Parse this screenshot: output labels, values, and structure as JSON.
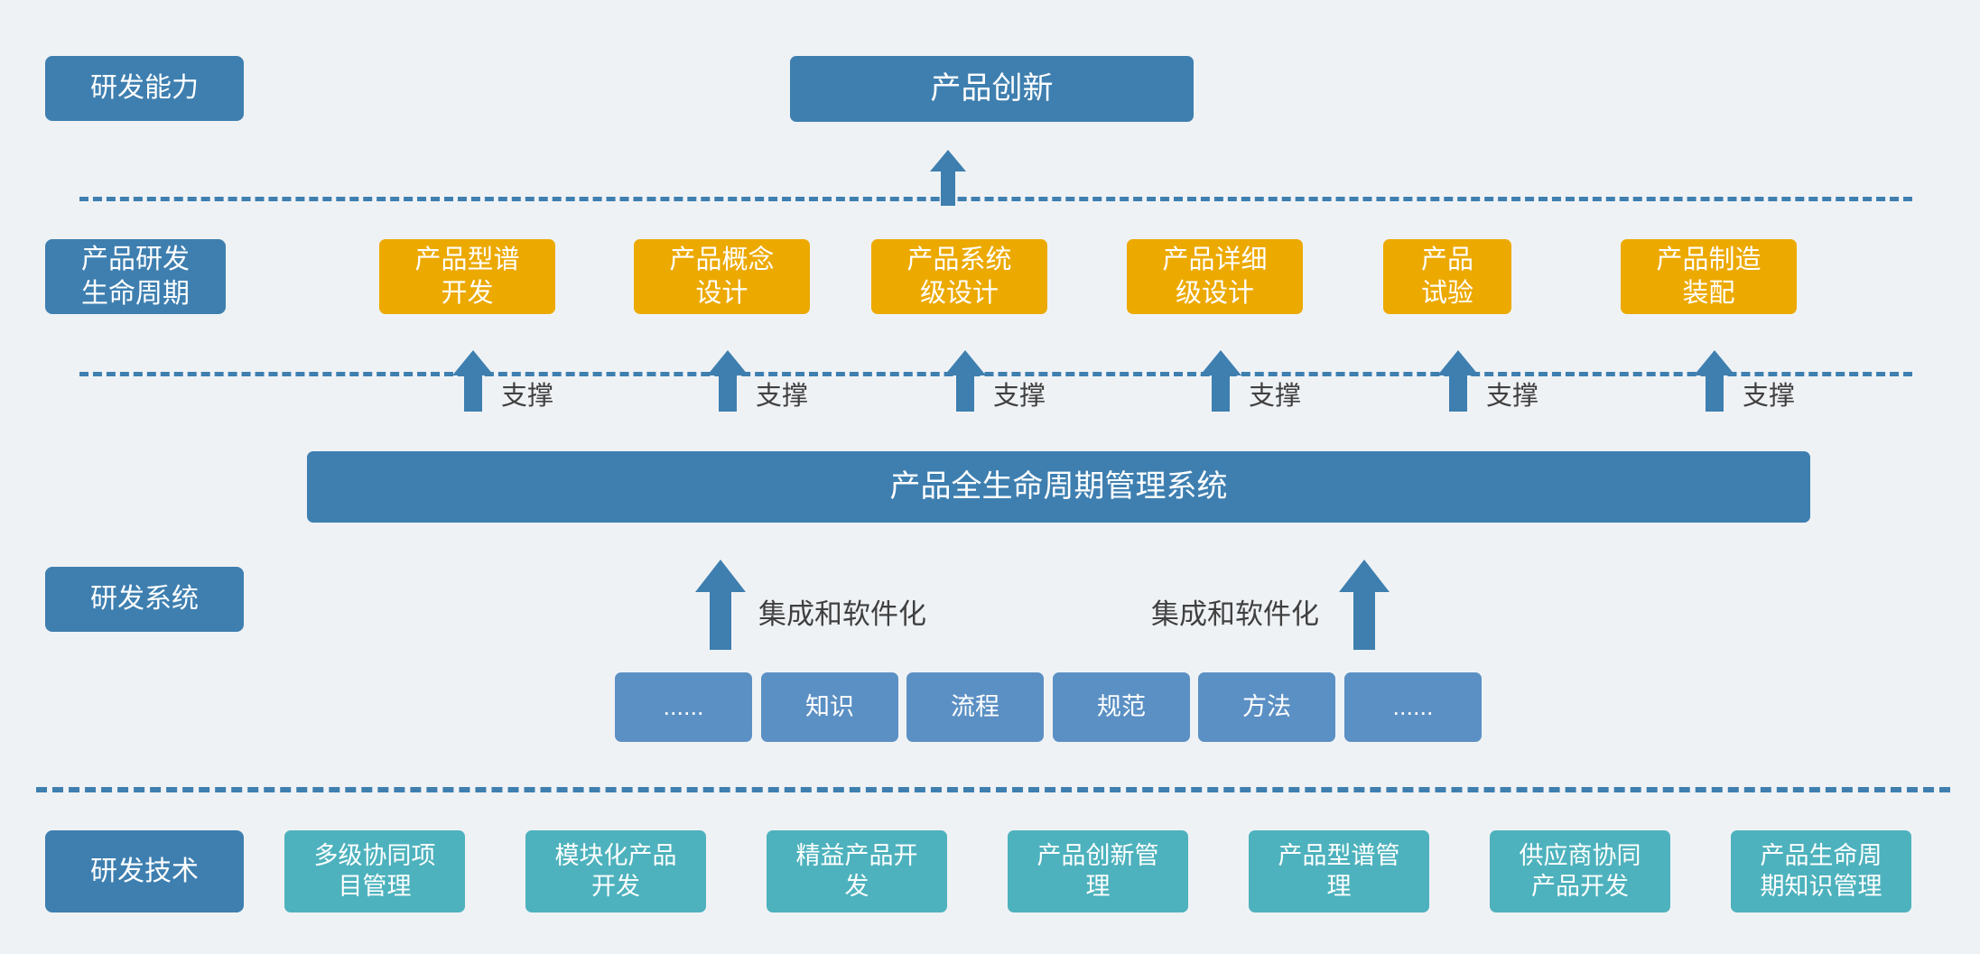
{
  "meta": {
    "background_color": "#eff2f5",
    "accent_blue": "#3e7fb0",
    "accent_orange": "#eca900",
    "accent_teal": "#4db2bd",
    "accent_softblue": "#5b90c4"
  },
  "lanes": {
    "capability": {
      "label": "研发能力"
    },
    "lifecycle": {
      "label": "产品研发\n生命周期"
    },
    "system": {
      "label": "研发系统"
    },
    "technology": {
      "label": "研发技术"
    }
  },
  "headline": {
    "label": "产品创新"
  },
  "stages": [
    {
      "label": "产品型谱\n开发"
    },
    {
      "label": "产品概念\n设计"
    },
    {
      "label": "产品系统\n级设计"
    },
    {
      "label": "产品详细\n级设计"
    },
    {
      "label": "产品\n试验"
    },
    {
      "label": "产品制造\n装配"
    }
  ],
  "support_labels": [
    "支撑",
    "支撑",
    "支撑",
    "支撑",
    "支撑",
    "支撑"
  ],
  "plm": {
    "label": "产品全生命周期管理系统"
  },
  "integration_labels": [
    "集成和软件化",
    "集成和软件化"
  ],
  "assets": [
    {
      "label": "......"
    },
    {
      "label": "知识"
    },
    {
      "label": "流程"
    },
    {
      "label": "规范"
    },
    {
      "label": "方法"
    },
    {
      "label": "......"
    }
  ],
  "technologies": [
    {
      "label": "多级协同项\n目管理"
    },
    {
      "label": "模块化产品\n开发"
    },
    {
      "label": "精益产品开\n发"
    },
    {
      "label": "产品创新管\n理"
    },
    {
      "label": "产品型谱管\n理"
    },
    {
      "label": "供应商协同\n产品开发"
    },
    {
      "label": "产品生命周\n期知识管理"
    }
  ]
}
